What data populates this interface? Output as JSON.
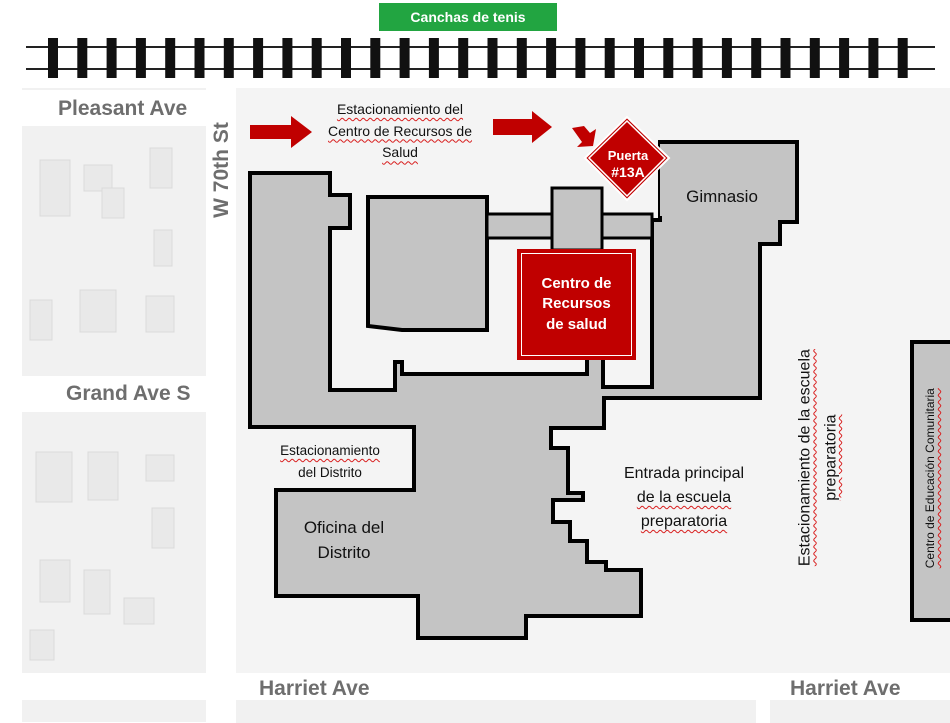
{
  "features": {
    "tennis_courts": "Canchas de tenis"
  },
  "streets": {
    "pleasant_ave": "Pleasant Ave",
    "w_70th_st": "W 70th St",
    "grand_ave_s": "Grand Ave S",
    "harriet_ave_left": "Harriet Ave",
    "harriet_ave_right": "Harriet Ave"
  },
  "labels": {
    "hrc_parking_line1": "Estacionamiento del",
    "hrc_parking_line2": "Centro de Recursos de",
    "hrc_parking_line3": "Salud",
    "gate_line1": "Puerta",
    "gate_line2": "#13A",
    "gym": "Gimnasio",
    "hrc_line1": "Centro de",
    "hrc_line2": "Recursos",
    "hrc_line3": "de salud",
    "district_parking_line1": "Estacionamiento",
    "district_parking_line2": "del Distrito",
    "district_office_line1": "Oficina del",
    "district_office_line2": "Distrito",
    "main_entrance_line1": "Entrada principal",
    "main_entrance_line2": "de la escuela",
    "main_entrance_line3": "preparatoria",
    "hs_parking_line1": "Estacionamiento de la escuela",
    "hs_parking_line2": "preparatoria",
    "community_ed": "Centro de Educación Comunitaria"
  },
  "colors": {
    "accent_red": "#c00000",
    "tennis_green": "#22a541",
    "building_gray": "#c4c4c4",
    "block_gray": "#f2f2f2"
  }
}
